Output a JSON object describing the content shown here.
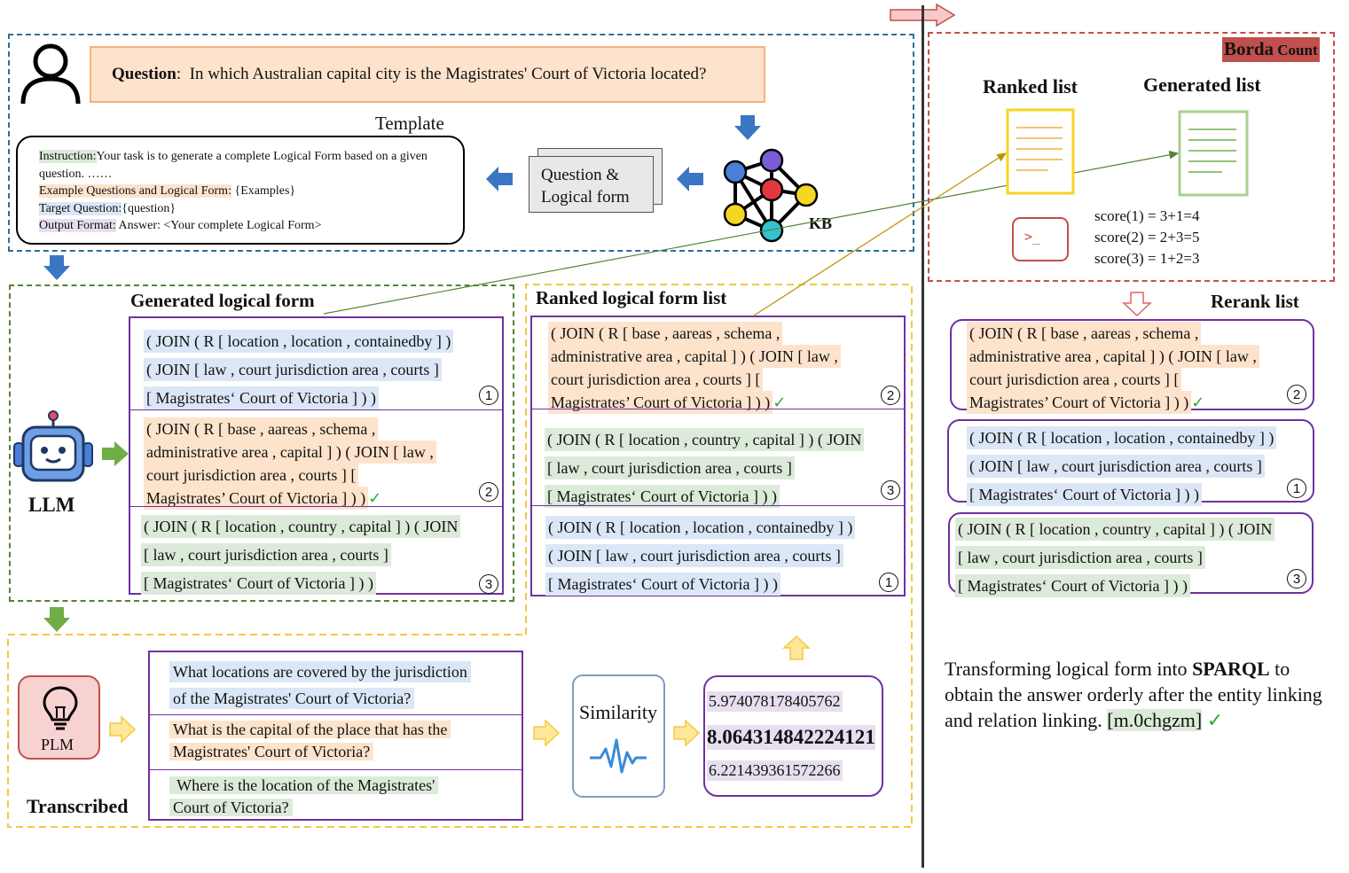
{
  "question": {
    "label": "Question",
    "colon": ":",
    "text": "In which Australian capital city is the Magistrates' Court of Victoria located?"
  },
  "template": {
    "title": "Template",
    "instruction_label": "Instruction:",
    "instruction_text": "Your task is to generate a complete Logical Form based on a given question. ……",
    "examples_label": "Example Questions and Logical Form:",
    "examples_text": " {Examples}",
    "target_label": "Target Question:",
    "target_text": "{question}",
    "output_label": "Output Format:",
    "output_text": " Answer: <Your complete Logical Form>"
  },
  "qlf_box": {
    "line1": "Question &",
    "line2": "Logical form"
  },
  "kb_label": "KB",
  "llm_label": "LLM",
  "plm_label": "PLM",
  "generated": {
    "title": "Generated logical form",
    "items": [
      {
        "num": "1",
        "lines": [
          "( JOIN ( R [ location , location , containedby ] )",
          "( JOIN [ law , court jurisdiction area , courts ]",
          "[ Magistrates‘ Court of Victoria ] ) )"
        ]
      },
      {
        "num": "2",
        "lines": [
          "( JOIN ( R [ base , aareas , schema ,",
          "administrative area , capital ] ) ( JOIN [ law ,",
          "court jurisdiction area , courts ] [",
          "Magistrates’ Court of Victoria ] ) )"
        ]
      },
      {
        "num": "3",
        "lines": [
          "( JOIN ( R [ location , country , capital ] ) ( JOIN",
          "[ law , court jurisdiction area , courts ]",
          "[ Magistrates‘ Court of Victoria ] ) )"
        ]
      }
    ]
  },
  "ranked": {
    "title": "Ranked logical form list",
    "items": [
      {
        "num": "2",
        "lines": [
          "( JOIN ( R [ base , aareas , schema ,",
          "administrative area , capital ] ) ( JOIN [ law ,",
          "court jurisdiction area , courts ] [",
          "Magistrates’ Court of Victoria ] ) )"
        ]
      },
      {
        "num": "3",
        "lines": [
          "( JOIN ( R [ location , country , capital ] ) ( JOIN",
          "[ law , court jurisdiction area , courts ]",
          "[ Magistrates‘ Court of Victoria ] ) )"
        ]
      },
      {
        "num": "1",
        "lines": [
          "( JOIN ( R [ location , location , containedby ] )",
          "( JOIN [ law , court jurisdiction area , courts ]",
          "[ Magistrates‘ Court of Victoria ] ) )"
        ]
      }
    ]
  },
  "borda": {
    "title_bold": "Borda",
    "title_rest": " Count",
    "ranked_list": "Ranked list",
    "generated_list": "Generated list",
    "scores": [
      "score(1) = 3+1=4",
      "score(2) = 2+3=5",
      "score(3) = 1+2=3"
    ],
    "terminal_glyph": ">_"
  },
  "rerank": {
    "title": "Rerank list",
    "items": [
      {
        "num": "2",
        "lines": [
          "( JOIN ( R [ base , aareas , schema ,",
          "administrative area , capital ] ) ( JOIN [ law ,",
          "court jurisdiction area , courts ] [",
          "Magistrates’ Court of Victoria ] ) )"
        ]
      },
      {
        "num": "1",
        "lines": [
          "( JOIN ( R [ location , location , containedby ] )",
          "( JOIN [ law , court jurisdiction area , courts ]",
          "[ Magistrates‘ Court of Victoria ] ) )"
        ]
      },
      {
        "num": "3",
        "lines": [
          "( JOIN ( R [ location , country , capital ] ) ( JOIN",
          "[ law , court jurisdiction area , courts ]",
          "[ Magistrates‘ Court of Victoria ] ) )"
        ]
      }
    ]
  },
  "transcribed": {
    "title": "Transcribed",
    "q1": [
      "What locations are covered by the jurisdiction",
      "of the Magistrates' Court of Victoria?"
    ],
    "q2": [
      "What is the capital of the place that has the",
      "Magistrates' Court of Victoria?"
    ],
    "q3": [
      " Where is the location of the Magistrates'",
      "Court of Victoria?"
    ]
  },
  "similarity": {
    "label": "Similarity",
    "scores": [
      "5.974078178405762",
      "8.064314842224121",
      "6.221439361572266"
    ]
  },
  "sparql": {
    "pre": "Transforming logical form into ",
    "bold": "SPARQL",
    "post": " to obtain the answer orderly after the entity linking and relation linking. ",
    "answer": "[m.0chgzm]"
  },
  "check": "✓"
}
